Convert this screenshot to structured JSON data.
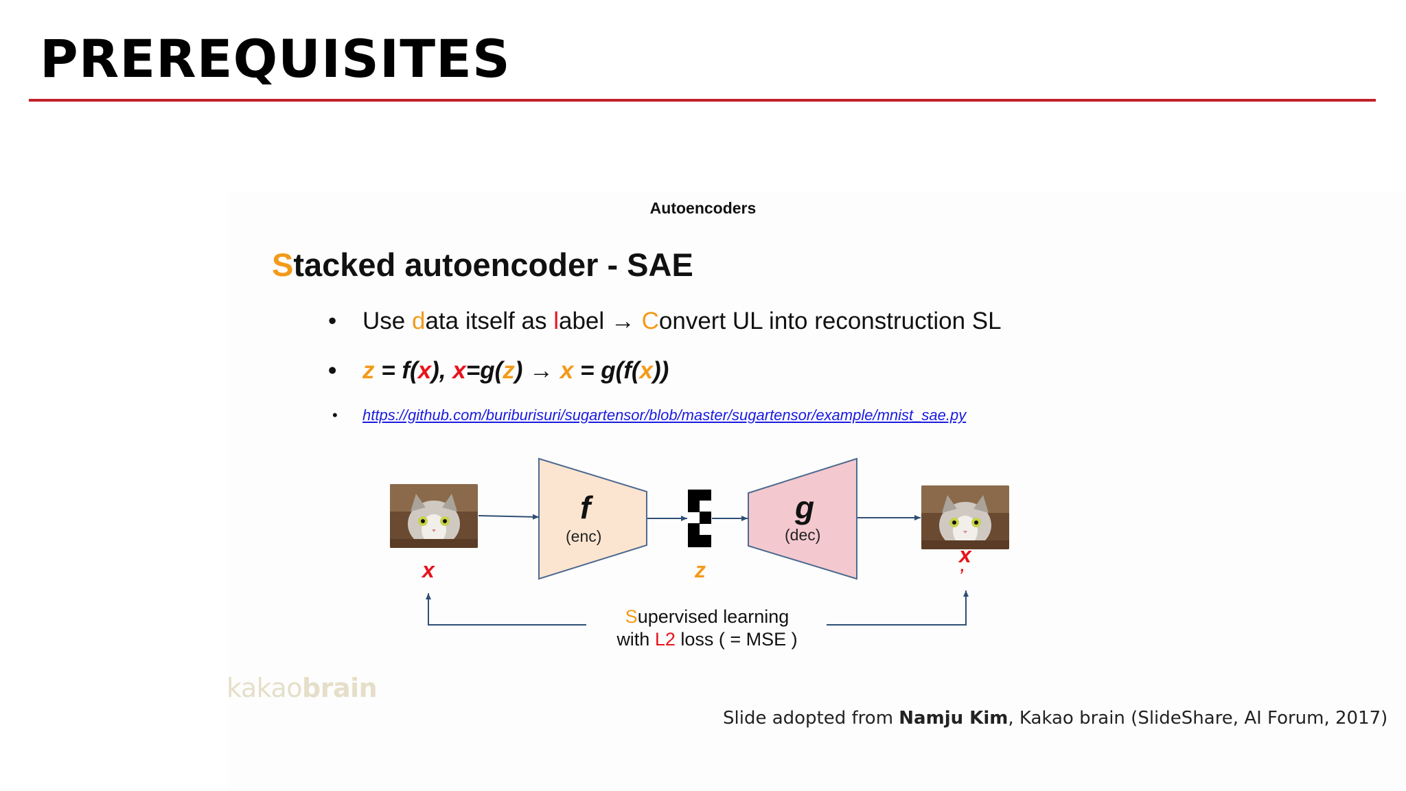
{
  "slide": {
    "title": "PREREQUISITES",
    "section_label": "Autoencoders",
    "heading_first_letter": "S",
    "heading_rest": "tacked autoencoder - SAE"
  },
  "bullets": {
    "b1": {
      "dot": "•",
      "p1": "Use ",
      "p2": "d",
      "p3": "ata itself as ",
      "p4": "l",
      "p5": "abel → ",
      "p6": "C",
      "p7": "onvert UL into reconstruction SL"
    },
    "b2": {
      "dot": "•",
      "z1": "z",
      "t1": " = f(",
      "x1": "x",
      "t2": "), ",
      "x2": "x",
      "t3": "=g(",
      "z2": "z",
      "t4": ") ",
      "arrow": "→",
      "t5": " ",
      "x3": "x",
      "t6": " = g(f(",
      "x4": "x",
      "t7": "))"
    },
    "b3": {
      "dot": "•",
      "link": "https://github.com/buriburisuri/sugartensor/blob/master/sugartensor/example/mnist_sae.py"
    }
  },
  "diagram": {
    "encoder_letter": "f",
    "encoder_sub": "(enc)",
    "decoder_letter": "g",
    "decoder_sub": "(dec)",
    "label_x": "x",
    "label_z": "z",
    "label_x_prime": "x",
    "label_prime_mark": ",",
    "caption_line1_first": "S",
    "caption_line1_rest": "upervised learning",
    "caption_line2_pre": "with ",
    "caption_line2_l2": "L2",
    "caption_line2_post": " loss ( = MSE )",
    "encoder_fill": "#fbe5d0",
    "decoder_fill": "#f3c9cf",
    "edge_color": "#4d6a8f",
    "arrow_color": "#2e4e74"
  },
  "logo": {
    "part1": "kakao",
    "part2": "brain"
  },
  "credit": {
    "pre": "Slide adopted from ",
    "name": "Namju Kim",
    "post": ", Kakao brain (SlideShare, AI Forum, 2017)"
  },
  "colors": {
    "accent_red": "#c0202a",
    "orange": "#f39a1b",
    "red": "#e8131b"
  }
}
